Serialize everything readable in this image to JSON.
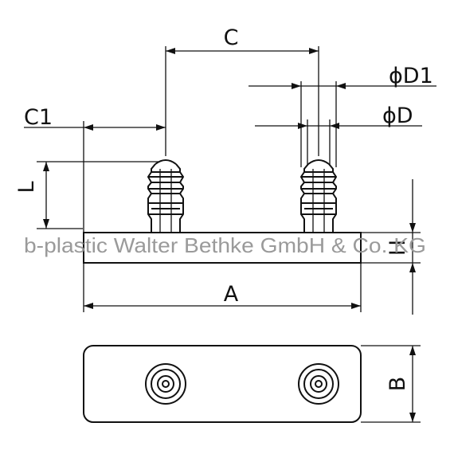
{
  "drawing": {
    "labels": {
      "C": "C",
      "C1": "C1",
      "D1": "ϕD1",
      "D": "ϕD",
      "L": "L",
      "A": "A",
      "H": "H",
      "B": "B"
    },
    "watermark": "b-plastic Walter Bethke GmbH & Co. KG"
  }
}
